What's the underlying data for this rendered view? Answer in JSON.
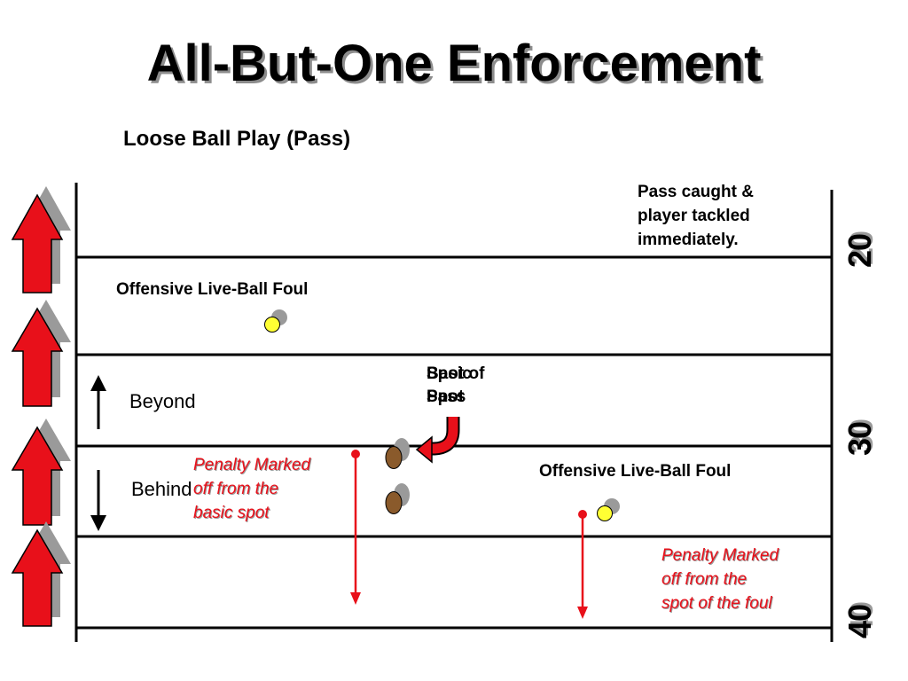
{
  "title": "All-But-One Enforcement",
  "subtitle": "Loose Ball Play  (Pass)",
  "pass_note": [
    "Pass caught &",
    "player tackled",
    "immediately."
  ],
  "offensive_foul_top": "Offensive Live-Ball Foul",
  "offensive_foul_bottom": "Offensive Live-Ball Foul",
  "beyond_label": "Beyond",
  "behind_label": "Behind",
  "basic_spot_labels": [
    "Basic",
    "Spot",
    "Spot of",
    "Pass"
  ],
  "penalty_basic": [
    "Penalty Marked",
    "off from the",
    "basic spot"
  ],
  "penalty_foul": [
    "Penalty Marked",
    "off from the",
    "spot of the foul"
  ],
  "yard_markers": [
    "20",
    "30",
    "40"
  ],
  "colors": {
    "arrow_red": "#e8101a",
    "arrow_shadow": "#9a9a9a",
    "penalty_red": "#e8101a",
    "foul_marker": "#ffff33",
    "ball": "#8a5a2b"
  }
}
